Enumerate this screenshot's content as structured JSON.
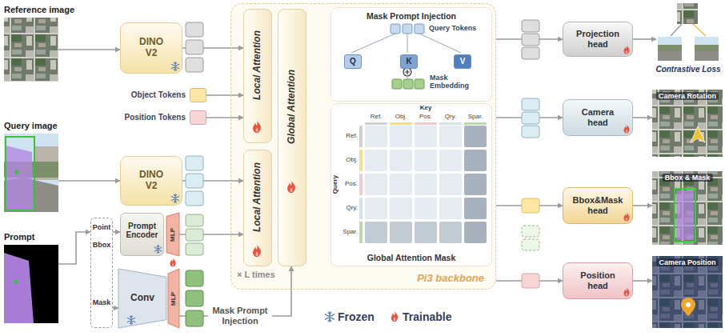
{
  "diagram": {
    "nodes": [
      {
        "text": [
          "Reference image"
        ]
      },
      {
        "text": [
          "Query image"
        ]
      },
      {
        "text": [
          "Prompt"
        ]
      },
      {
        "text": [
          "DINO V2"
        ]
      },
      {
        "text": [
          "Object Tokens"
        ]
      },
      {
        "text": [
          "Position Tokens"
        ]
      },
      {
        "text": [
          "DINO V2"
        ]
      },
      {
        "text": [
          "Point",
          "Bbox",
          "Mask"
        ]
      },
      {
        "text": [
          "Prompt Encoder"
        ]
      },
      {
        "text": [
          "MLP"
        ]
      },
      {
        "text": [
          "Conv"
        ]
      },
      {
        "text": [
          "MLP"
        ]
      },
      {
        "text": [
          "Pi3 backbone"
        ]
      },
      {
        "text": [
          "Local Attention"
        ],
        "in": 12
      },
      {
        "text": [
          "Local Attention"
        ],
        "in": 12
      },
      {
        "text": [
          "Global Attention"
        ],
        "in": 12
      },
      {
        "text": [
          "Mask Prompt Injection"
        ],
        "in": 12
      },
      {
        "text": [
          "Q"
        ],
        "in": 16
      },
      {
        "text": [
          "K"
        ],
        "in": 16
      },
      {
        "text": [
          "V"
        ],
        "in": 16
      },
      {
        "text": [
          "Global Attention Mask"
        ],
        "in": 12
      },
      {
        "text": [
          "Projection head"
        ]
      },
      {
        "text": [
          "Camera head"
        ]
      },
      {
        "text": [
          "Bbox&Mask head"
        ]
      },
      {
        "text": [
          "Position head"
        ]
      },
      {
        "text": [
          "Contrastive Loss"
        ]
      },
      {
        "text": [
          "Camera Rotation"
        ]
      },
      {
        "text": [
          "Bbox & Mask"
        ]
      },
      {
        "text": [
          "Camera Position"
        ]
      }
    ],
    "edges": [
      {
        "from": 0,
        "to": 3,
        "arrow": "to"
      },
      {
        "from": 1,
        "to": 6,
        "arrow": "to"
      },
      {
        "from": 2,
        "to": 7,
        "arrow": "to"
      },
      {
        "from": 7,
        "to": 8,
        "arrow": "to"
      },
      {
        "from": 7,
        "to": 10,
        "arrow": "to"
      },
      {
        "from": 9,
        "to": 14,
        "arrow": "to"
      },
      {
        "from": 11,
        "to": 15,
        "label": "Mask Prompt Injection",
        "arrow": "to"
      },
      {
        "from": 3,
        "to": 13,
        "arrow": "to"
      },
      {
        "from": 4,
        "to": 13,
        "arrow": "to"
      },
      {
        "from": 5,
        "to": 13,
        "arrow": "to"
      },
      {
        "from": 6,
        "to": 14,
        "arrow": "to"
      },
      {
        "from": 12,
        "to": 21,
        "arrow": "to"
      },
      {
        "from": 12,
        "to": 22,
        "arrow": "to"
      },
      {
        "from": 12,
        "to": 23,
        "arrow": "to"
      },
      {
        "from": 12,
        "to": 24,
        "arrow": "to"
      },
      {
        "from": 21,
        "to": 25,
        "arrow": "to"
      },
      {
        "from": 22,
        "to": 26,
        "arrow": "to"
      },
      {
        "from": 23,
        "to": 27,
        "arrow": "to"
      },
      {
        "from": 24,
        "to": 28,
        "arrow": "to"
      }
    ],
    "labels": [
      "Query Tokens",
      "Mask Embedding",
      "Key",
      "Ref.",
      "Obj.",
      "Pos.",
      "Qry.",
      "Spar.",
      "Query",
      "Ref.",
      "Obj.",
      "Pos.",
      "Qry.",
      "Spar.",
      "× L times"
    ],
    "legend": [
      {
        "text": "Frozen"
      },
      {
        "text": "Trainable"
      }
    ]
  }
}
